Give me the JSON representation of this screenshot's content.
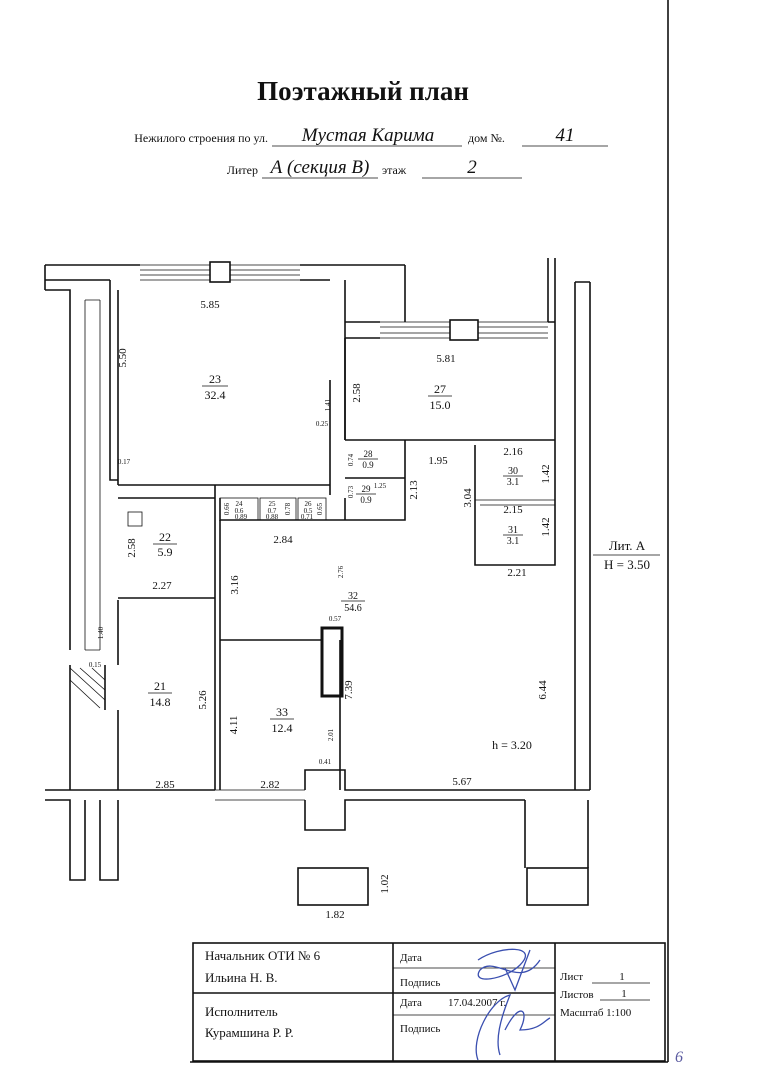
{
  "header": {
    "title": "Поэтажный план",
    "street_prefix": "Нежилого строения по ул.",
    "street": "Мустая Карима",
    "house_label": "дом №.",
    "house": "41",
    "liter_label": "Литер",
    "liter": "А (секция В)",
    "floor_label": "этаж",
    "floor": "2"
  },
  "rooms": [
    {
      "n": "23",
      "area": "32.4"
    },
    {
      "n": "27",
      "area": "15.0"
    },
    {
      "n": "28",
      "area": "0.9"
    },
    {
      "n": "29",
      "area": "0.9"
    },
    {
      "n": "30",
      "area": "3.1"
    },
    {
      "n": "31",
      "area": "3.1"
    },
    {
      "n": "22",
      "area": "5.9"
    },
    {
      "n": "24",
      "area": "0.6"
    },
    {
      "n": "25",
      "area": "0.7"
    },
    {
      "n": "26",
      "area": "0.5"
    },
    {
      "n": "32",
      "area": "54.6"
    },
    {
      "n": "21",
      "area": "14.8"
    },
    {
      "n": "33",
      "area": "12.4"
    }
  ],
  "dims": [
    "5.85",
    "5.50",
    "1.41",
    "0.25",
    "0.17",
    "5.81",
    "2.58",
    "0.74",
    "1.95",
    "2.16",
    "1.42",
    "2.13",
    "3.04",
    "0.73",
    "1.25",
    "2.15",
    "1.42",
    "0.66",
    "0.89",
    "0.78",
    "0.88",
    "0.65",
    "0.71",
    "2.84",
    "2.58",
    "2.27",
    "3.16",
    "2.76",
    "2.21",
    "0.57",
    "1.40",
    "0.15",
    "5.26",
    "7.39",
    "6.44",
    "4.11",
    "2.01",
    "0.41",
    "2.85",
    "2.82",
    "5.67",
    "1.02",
    "1.82"
  ],
  "legend": {
    "liter": "Лит. А",
    "height": "H = 3.50",
    "inner_height": "h = 3.20"
  },
  "title_block": {
    "chief_title": "Начальник ОТИ № 6",
    "chief_name": "Ильина Н. В.",
    "executor_title": "Исполнитель",
    "executor_name": "Курамшина Р. Р.",
    "date_label_1": "Дата",
    "sign_label_1": "Подпись",
    "date_label_2": "Дата",
    "date_value": "17.04.2007 г.",
    "sign_label_2": "Подпись",
    "sheet_label": "Лист",
    "sheet": "1",
    "sheets_label": "Листов",
    "sheets": "1",
    "scale": "Масштаб 1:100"
  },
  "page_number": "6"
}
